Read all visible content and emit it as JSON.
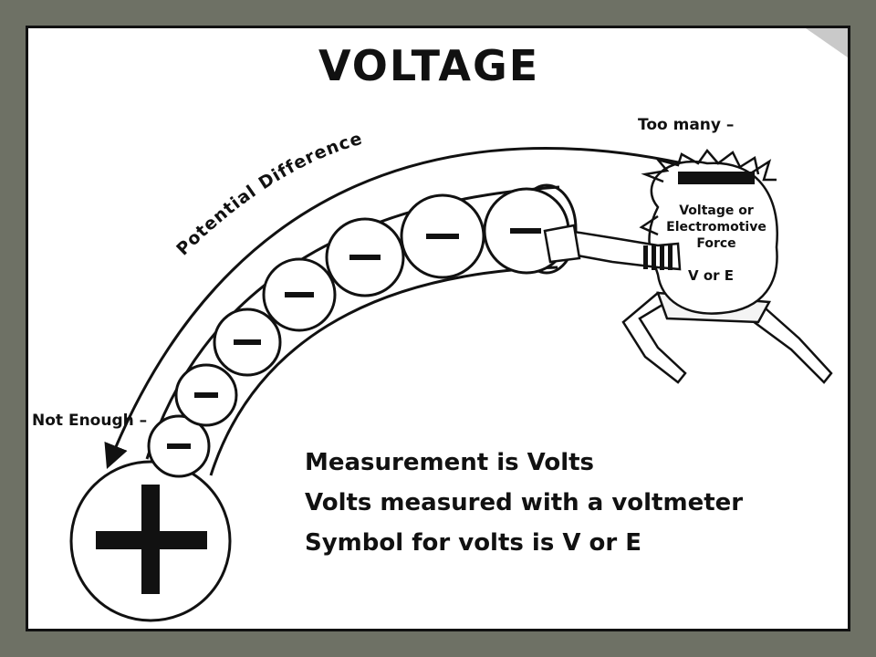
{
  "title": "VOLTAGE",
  "arc_label": "Potential Difference",
  "too_many_label": "Too many –",
  "not_enough_label": "Not Enough –",
  "figure_label": {
    "line1": "Voltage or",
    "line2": "Electromotive",
    "line3": "Force",
    "line4": "V or E"
  },
  "bullets": [
    "Measurement is Volts",
    "Volts measured with a voltmeter",
    "Symbol for volts is V or E"
  ],
  "icons": {
    "positive": "plus-sign",
    "negative": "minus-sign",
    "figure": "caveman-pusher"
  },
  "colors": {
    "background": "#6e7165",
    "slide": "#ffffff",
    "ink": "#111111"
  }
}
